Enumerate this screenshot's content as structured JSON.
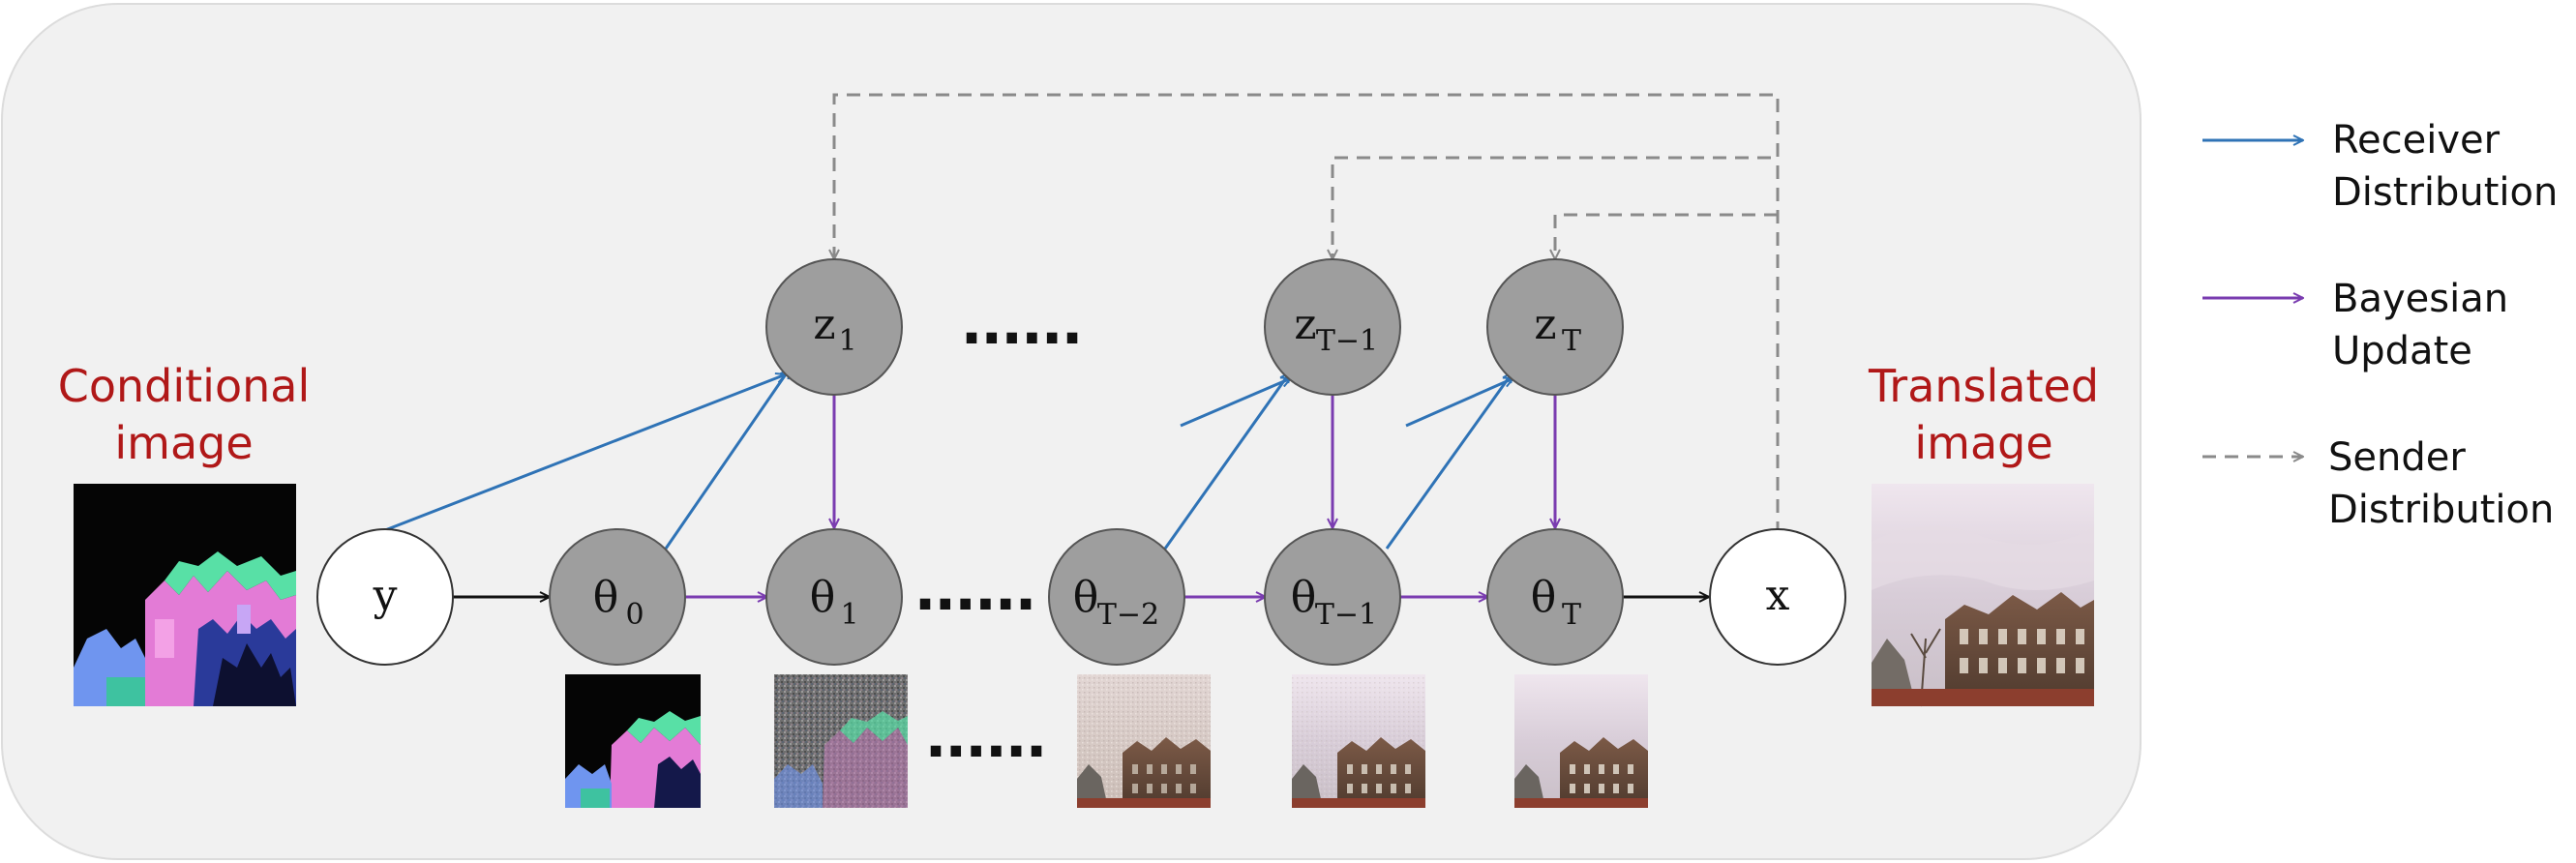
{
  "nodes": {
    "y": {
      "label": "y"
    },
    "theta_0": {
      "label": "θ",
      "sub": "0"
    },
    "theta_1": {
      "label": "θ",
      "sub": "1"
    },
    "theta_T_minus_2": {
      "label": "θ",
      "sub": "T−2"
    },
    "theta_T_minus_1": {
      "label": "θ",
      "sub": "T−1"
    },
    "theta_T": {
      "label": "θ",
      "sub": "T"
    },
    "x": {
      "label": "x"
    },
    "z_1": {
      "label": "z",
      "sub": "1"
    },
    "z_T_minus_1": {
      "label": "z",
      "sub": "T−1"
    },
    "z_T": {
      "label": "z",
      "sub": "T"
    }
  },
  "ellipsis": {
    "text": "......"
  },
  "labels": {
    "conditional": [
      "Conditional",
      "image"
    ],
    "translated": [
      "Translated",
      "image"
    ]
  },
  "legend": {
    "receiver": [
      "Receiver",
      "Distribution"
    ],
    "bayesian": [
      "Bayesian",
      "Update"
    ],
    "sender": [
      "Sender",
      "Distribution"
    ]
  },
  "colors": {
    "panel_bg": "#f1f1f1",
    "node_gray": "#9e9e9e",
    "node_white": "#ffffff",
    "receiver_blue": "#2f73b6",
    "bayesian_purple": "#7a3cb0",
    "sender_gray": "#8a8a8a",
    "label_red": "#b01818"
  },
  "thumbnails": [
    "condition-image",
    "theta-0-image",
    "theta-1-image",
    "theta-T-2-image",
    "theta-T-1-image",
    "theta-T-image",
    "translated-image"
  ]
}
